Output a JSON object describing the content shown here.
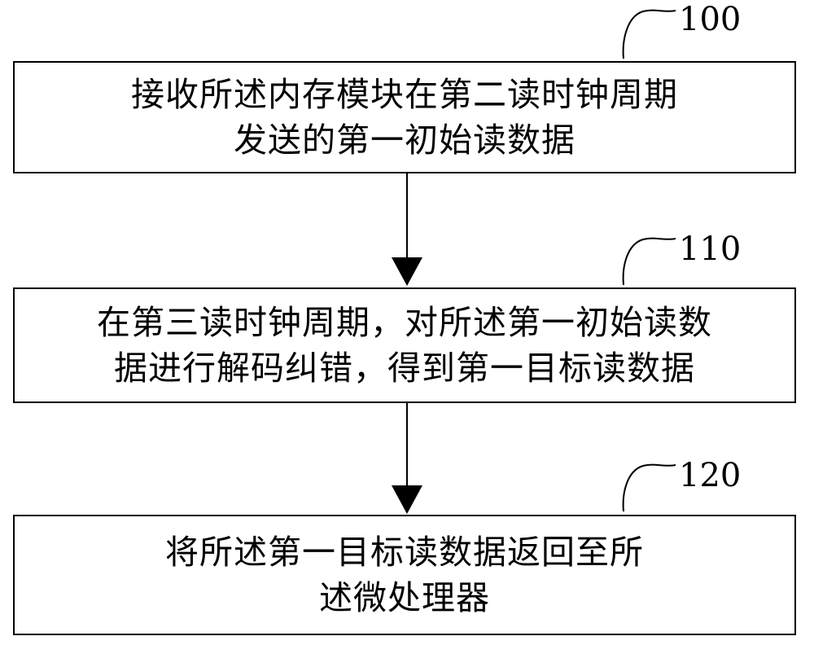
{
  "steps": [
    {
      "id": "100",
      "lines": [
        "接收所述内存模块在第二读时钟周期",
        "发送的第一初始读数据"
      ]
    },
    {
      "id": "110",
      "lines": [
        "在第三读时钟周期，对所述第一初始读数",
        "据进行解码纠错，得到第一目标读数据"
      ]
    },
    {
      "id": "120",
      "lines": [
        "将所述第一目标读数据返回至所",
        "述微处理器"
      ]
    }
  ],
  "colors": {
    "stroke": "#000000",
    "background": "#ffffff"
  }
}
